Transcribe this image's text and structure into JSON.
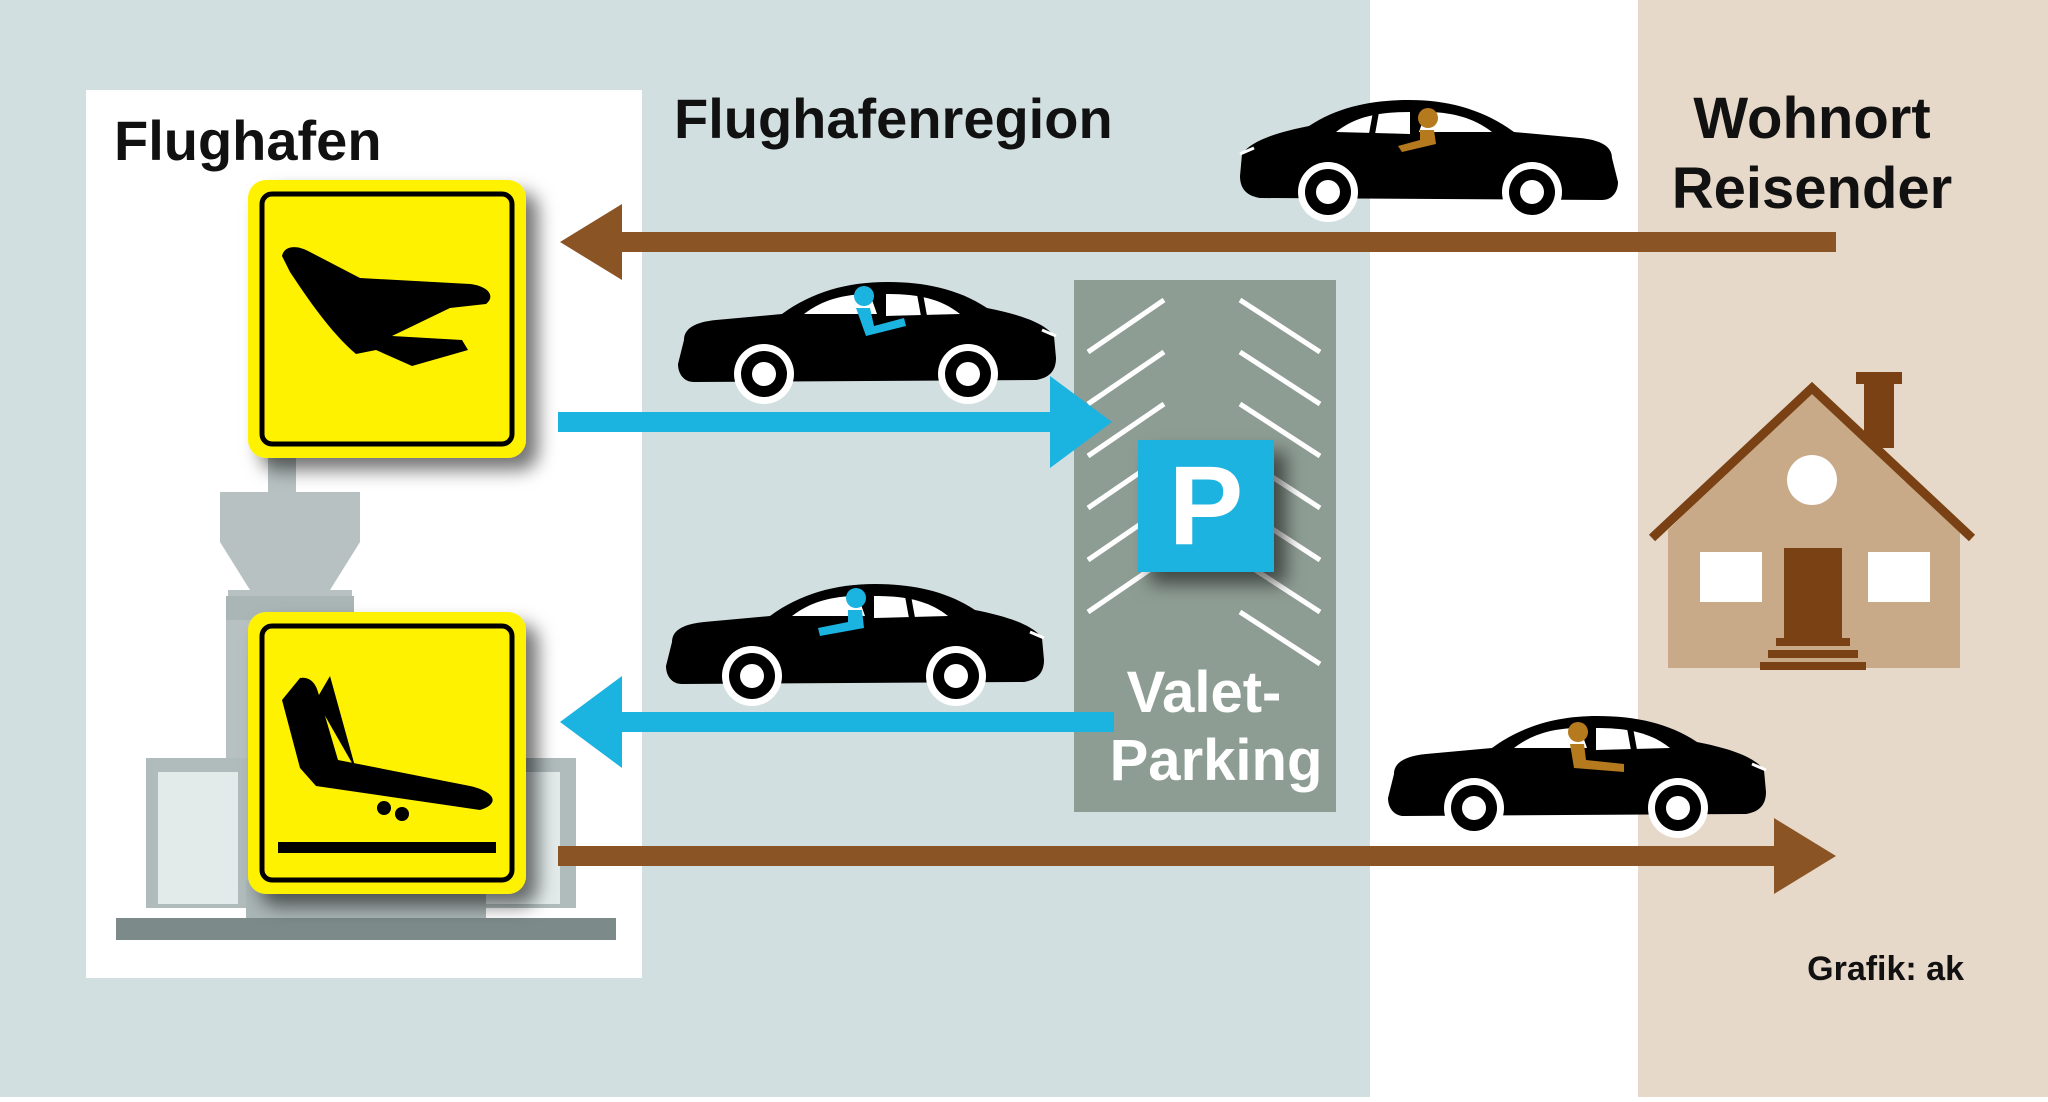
{
  "labels": {
    "airport": "Flughafen",
    "region": "Flughafenregion",
    "home_line1": "Wohnort",
    "home_line2": "Reisender",
    "valet_line1": "Valet-",
    "valet_line2": "Parking",
    "parking_sign": "P",
    "credit": "Grafik: ak"
  },
  "colors": {
    "region_bg": "#d2dfe0",
    "home_bg": "#e7d9c9",
    "sign_yellow": "#fff200",
    "parking_blue": "#1bb3e0",
    "arrow_brown": "#8a5424",
    "arrow_blue": "#1bb3e0",
    "parking_lot": "#8e9d94",
    "house": "#c8aa88",
    "house_dark": "#7a4214",
    "tower_gray": "#b7c1c1"
  },
  "icons": {
    "departure_sign": "airplane-takeoff-icon",
    "arrival_sign": "airplane-landing-icon",
    "house": "house-icon",
    "car": "car-icon",
    "tower": "control-tower-icon"
  }
}
